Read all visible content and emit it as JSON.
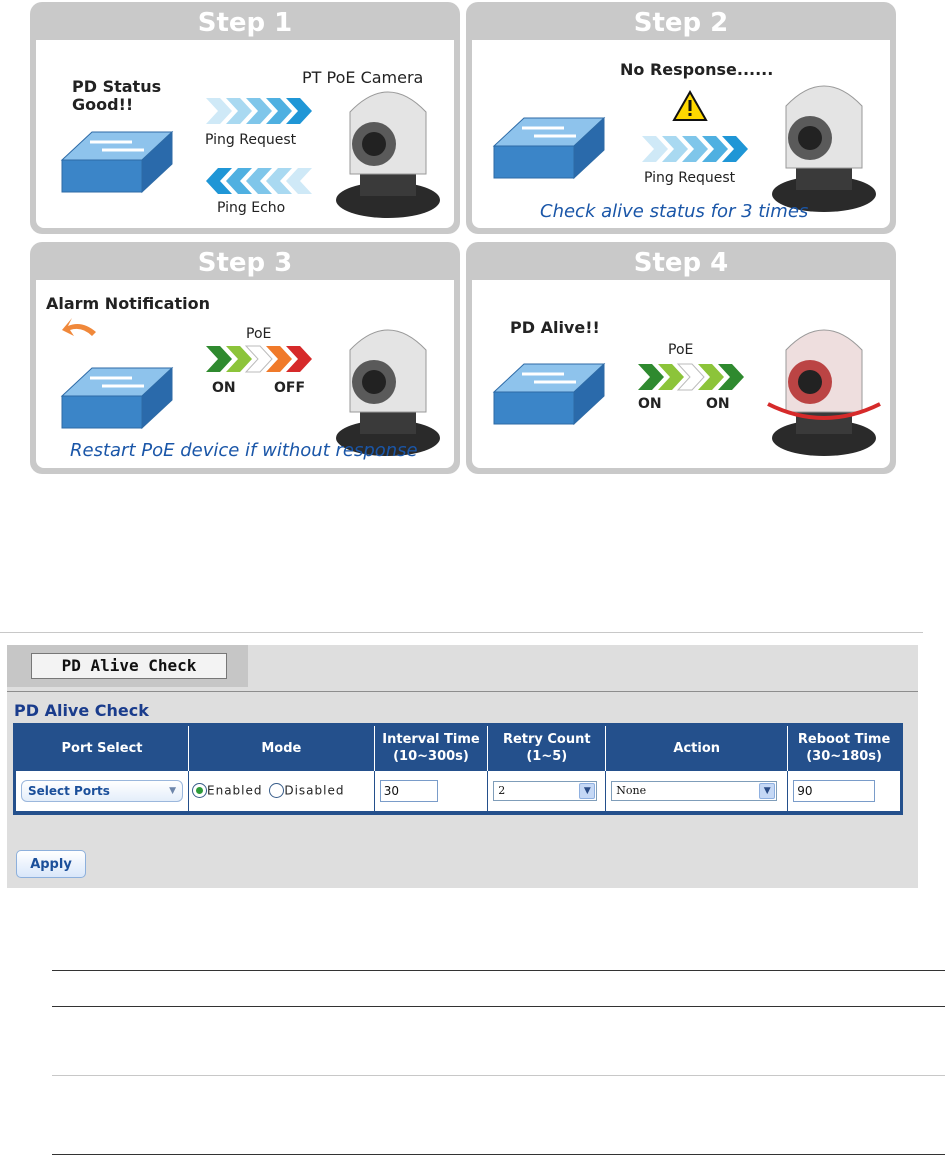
{
  "diagram": {
    "step1": {
      "title": "Step 1",
      "status": "PD Status\nGood!!",
      "device": "PT PoE Camera",
      "ping_request": "Ping Request",
      "ping_echo": "Ping Echo"
    },
    "step2": {
      "title": "Step 2",
      "no_response": "No Response......",
      "ping_request": "Ping Request",
      "caption": "Check alive status for 3 times"
    },
    "step3": {
      "title": "Step 3",
      "alarm": "Alarm Notification",
      "poe": "PoE",
      "on": "ON",
      "off": "OFF",
      "caption": "Restart PoE device if without response"
    },
    "step4": {
      "title": "Step 4",
      "alive": "PD Alive!!",
      "poe": "PoE",
      "on_left": "ON",
      "on_right": "ON"
    }
  },
  "ui": {
    "tab_label": "PD Alive Check",
    "section_title": "PD Alive Check",
    "columns": [
      "Port Select",
      "Mode",
      "Interval Time\n(10~300s)",
      "Retry Count\n(1~5)",
      "Action",
      "Reboot Time\n(30~180s)"
    ],
    "row": {
      "port_select": "Select Ports",
      "mode_enabled": "Enabled",
      "mode_disabled": "Disabled",
      "mode_selected": "Enabled",
      "interval_time": "30",
      "retry_count": "2",
      "action": "None",
      "reboot_time": "90"
    },
    "apply_label": "Apply"
  },
  "colors": {
    "header_blue": "#24508c",
    "panel_grey": "#c9c9c9",
    "caption_blue": "#1a56a8"
  }
}
